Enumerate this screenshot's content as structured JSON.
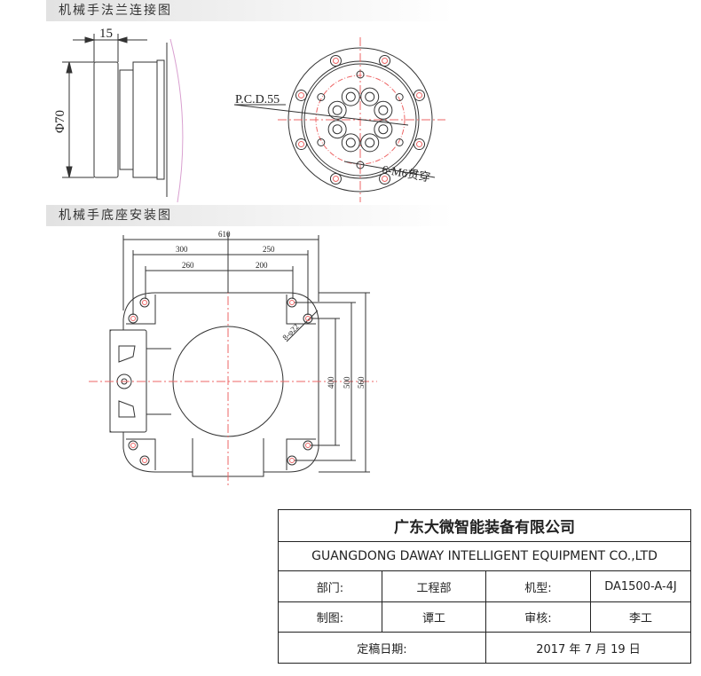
{
  "sections": {
    "flange_title": "机械手法兰连接图",
    "base_title": "机械手底座安装图"
  },
  "flange": {
    "width_dim": "15",
    "diameter_dim": "Φ70",
    "pcd_label": "P.C.D.55",
    "hole_label": "6-M6贯穿"
  },
  "base": {
    "dim_total_width": "610",
    "dim_left_outer": "300",
    "dim_right_outer": "250",
    "dim_left_inner": "260",
    "dim_right_inner": "200",
    "hole_label": "8-φ22",
    "dim_v_inner": "400",
    "dim_v_mid": "500",
    "dim_v_outer": "560"
  },
  "title_block": {
    "company_cn": "广东大微智能装备有限公司",
    "company_en": "GUANGDONG DAWAY INTELLIGENT EQUIPMENT CO.,LTD",
    "dept_label": "部门:",
    "dept_value": "工程部",
    "model_label": "机型:",
    "model_value": "DA1500-A-4J",
    "drawn_label": "制图:",
    "drawn_value": "谭工",
    "check_label": "审核:",
    "check_value": "李工",
    "date_label": "定稿日期:",
    "date_value": "2017 年 7 月 19 日"
  }
}
